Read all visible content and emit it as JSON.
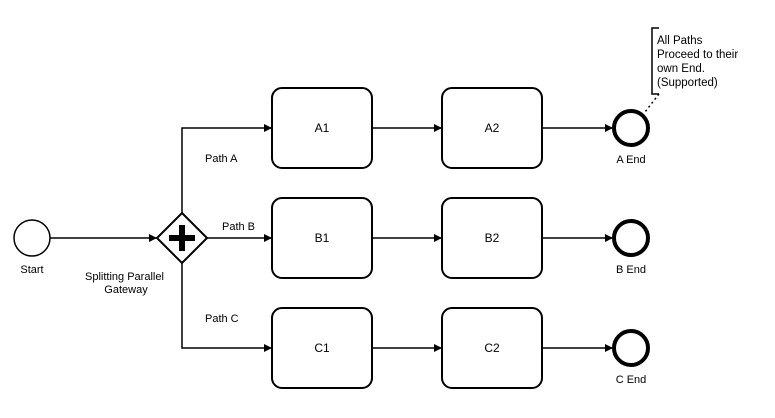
{
  "diagram": {
    "start_event": {
      "label": "Start"
    },
    "gateway": {
      "label_lines": [
        "Splitting Parallel",
        "Gateway"
      ]
    },
    "paths": [
      {
        "label": "Path A",
        "task1": "A1",
        "task2": "A2",
        "end_label": "A End"
      },
      {
        "label": "Path B",
        "task1": "B1",
        "task2": "B2",
        "end_label": "B End"
      },
      {
        "label": "Path C",
        "task1": "C1",
        "task2": "C2",
        "end_label": "C End"
      }
    ],
    "annotation": {
      "lines": [
        "All Paths",
        "Proceed to their",
        "own End.",
        "(Supported)"
      ]
    }
  }
}
